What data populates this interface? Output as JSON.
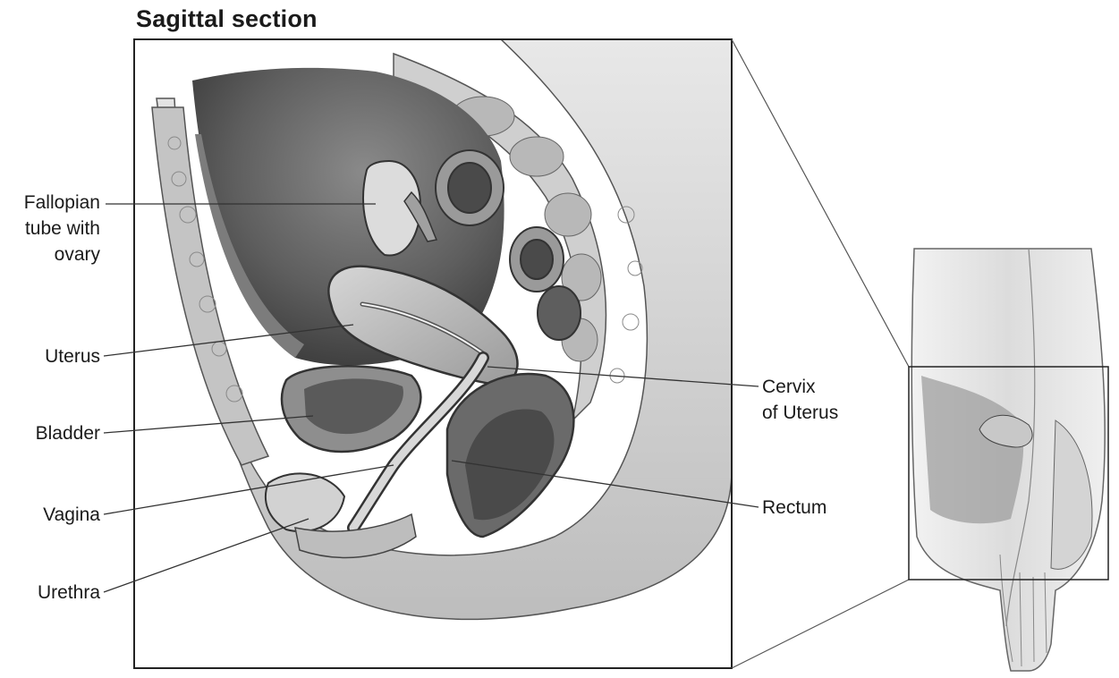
{
  "title": "Sagittal section",
  "labels": {
    "fallopian": [
      "Fallopian",
      "tube with",
      "ovary"
    ],
    "uterus": "Uterus",
    "bladder": "Bladder",
    "vagina": "Vagina",
    "urethra": "Urethra",
    "cervix": [
      "Cervix",
      "of Uterus"
    ],
    "rectum": "Rectum"
  }
}
